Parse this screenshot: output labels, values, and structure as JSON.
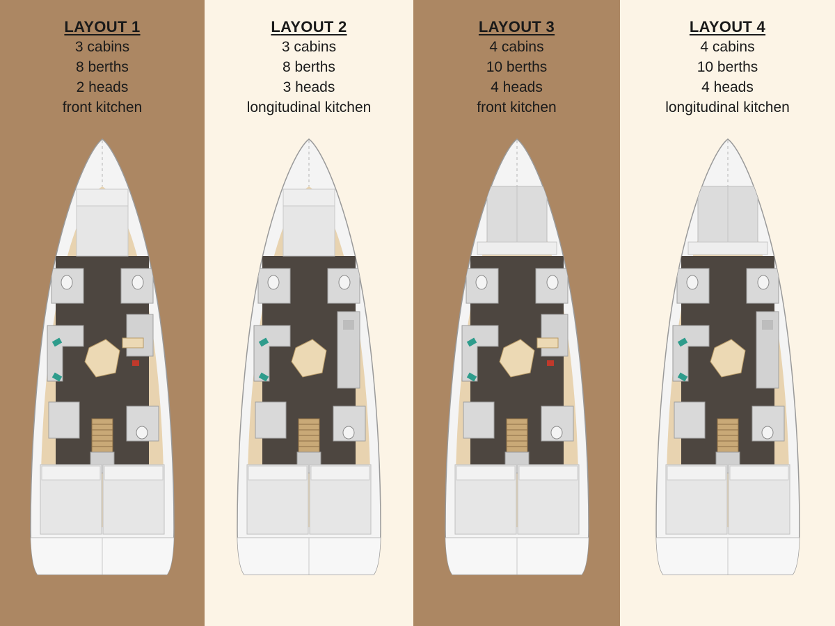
{
  "layouts": [
    {
      "title": "LAYOUT 1",
      "cabins": "3 cabins",
      "berths": "8 berths",
      "heads": "2 heads",
      "kitchen": "front kitchen",
      "background": "#ac8763"
    },
    {
      "title": "LAYOUT 2",
      "cabins": "3 cabins",
      "berths": "8 berths",
      "heads": "3 heads",
      "kitchen": "longitudinal kitchen",
      "background": "#fcf4e6"
    },
    {
      "title": "LAYOUT 3",
      "cabins": "4 cabins",
      "berths": "10 berths",
      "heads": "4 heads",
      "kitchen": "front kitchen",
      "background": "#ac8763"
    },
    {
      "title": "LAYOUT 4",
      "cabins": "4 cabins",
      "berths": "10 berths",
      "heads": "4 heads",
      "kitchen": "longitudinal kitchen",
      "background": "#fcf4e6"
    }
  ],
  "colors": {
    "hull": "#f4f4f4",
    "hull_outline": "#9a9a9a",
    "floor": "#4d4640",
    "wood_trim": "#e8d3b0",
    "bed": "#e6e6e6",
    "table": "#ecd9b4",
    "cushion_accent": "#2e9c8c"
  },
  "icons": [
    "boat-floorplan-icon"
  ]
}
